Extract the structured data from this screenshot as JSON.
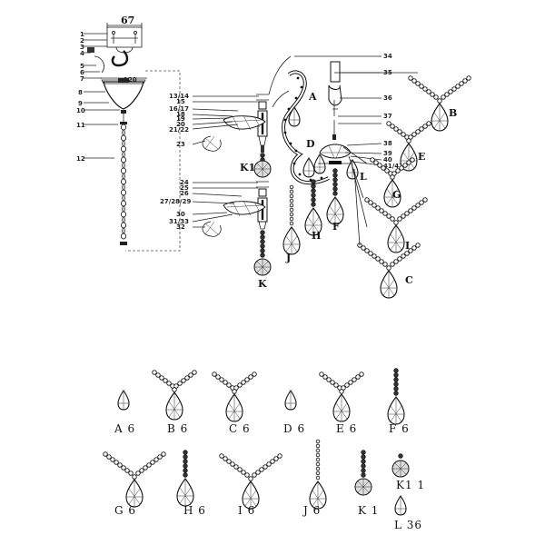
{
  "dimension": "67",
  "dimension2": "120",
  "part_numbers": [
    "1",
    "2",
    "3",
    "4",
    "5",
    "6",
    "7",
    "8",
    "9",
    "10",
    "11",
    "12",
    "13/14",
    "15",
    "16/17",
    "18",
    "19",
    "20",
    "21/22",
    "23",
    "24",
    "25",
    "26",
    "27/28/29",
    "30",
    "31/33",
    "32",
    "34",
    "35",
    "36",
    "37",
    "38",
    "39",
    "40",
    "41/42"
  ],
  "crystal_letters": [
    "A",
    "B",
    "C",
    "D",
    "E",
    "F",
    "G",
    "H",
    "I",
    "J",
    "K",
    "K1",
    "L"
  ],
  "parts_list": [
    {
      "letter": "A",
      "qty": "6"
    },
    {
      "letter": "B",
      "qty": "6"
    },
    {
      "letter": "C",
      "qty": "6"
    },
    {
      "letter": "D",
      "qty": "6"
    },
    {
      "letter": "E",
      "qty": "6"
    },
    {
      "letter": "F",
      "qty": "6"
    },
    {
      "letter": "G",
      "qty": "6"
    },
    {
      "letter": "H",
      "qty": "6"
    },
    {
      "letter": "I",
      "qty": "6"
    },
    {
      "letter": "J",
      "qty": "6"
    },
    {
      "letter": "K",
      "qty": "1"
    },
    {
      "letter": "K1",
      "qty": "1"
    },
    {
      "letter": "L",
      "qty": "36"
    }
  ]
}
